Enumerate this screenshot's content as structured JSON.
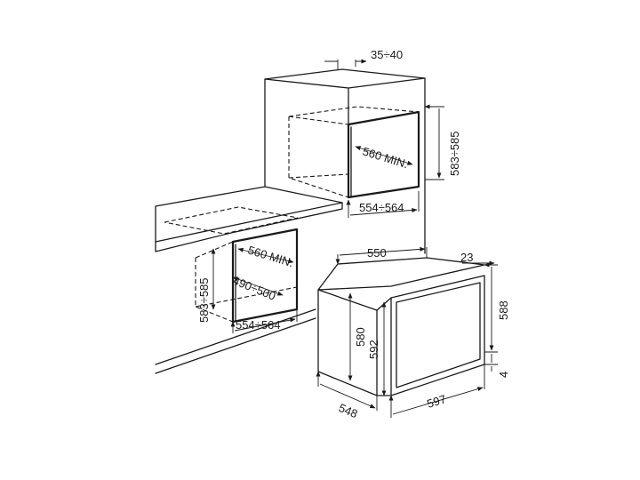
{
  "colors": {
    "line": "#1a1a1a",
    "background": "#ffffff"
  },
  "dimensions": {
    "column_gap": "35÷40",
    "column_height": "583÷585",
    "column_depth_min": "560 MIN.",
    "column_width": "554÷564",
    "under_height": "583÷585",
    "under_depth_min": "560 MIN.",
    "under_depth_range": "490÷500",
    "under_width": "554÷564",
    "oven_top_depth": "550",
    "oven_door_thickness": "23",
    "oven_height": "588",
    "oven_body_height": "580",
    "oven_front_height": "592",
    "oven_bottom_offset": "4",
    "oven_depth": "548",
    "oven_width": "597"
  }
}
